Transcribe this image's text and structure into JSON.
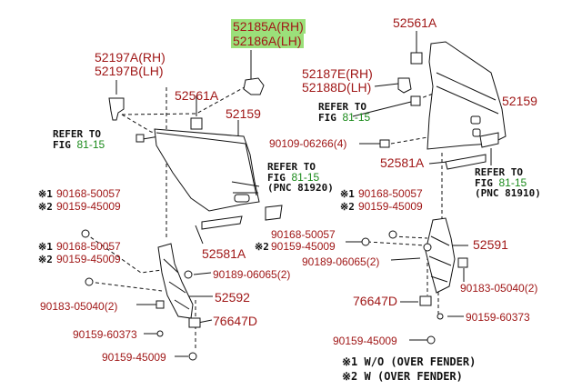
{
  "colors": {
    "part_label": "#a01818",
    "fig_ref": "#1a8a1a",
    "highlight": "#9be07a",
    "line": "#111111"
  },
  "callouts": {
    "p52185a_rh": "52185A(RH)",
    "p52186a_lh": "52186A(LH)",
    "p52197a_rh": "52197A(RH)",
    "p52197b_lh": "52197B(LH)",
    "p52561a_left": "52561A",
    "p52159_left": "52159",
    "p52581a_left": "52581A",
    "p52592": "52592",
    "p76647d_left": "76647D",
    "p90189_left": "90189-06065(2)",
    "p90168_a": "90168-50057",
    "p90159_a": "90159-45009",
    "p90168_b": "90168-50057",
    "p90159_b": "90159-45009",
    "p90183_left": "90183-05040(2)",
    "p90159_60373_left": "90159-60373",
    "p90159_45009_bottom": "90159-45009",
    "p52561a_right": "52561A",
    "p52187e_rh": "52187E(RH)",
    "p52188d_lh": "52188D(LH)",
    "p52159_right": "52159",
    "p90109": "90109-06266(4)",
    "p52581a_right": "52581A",
    "p90168_c": "90168-50057",
    "p90159_c": "90159-45009",
    "p90168_d": "90168-50057",
    "p90159_d": "90159-45009",
    "p52591": "52591",
    "p90189_right": "90189-06065(2)",
    "p90183_right": "90183-05040(2)",
    "p76647d_right": "76647D",
    "p90159_60373_right": "90159-60373",
    "p90159_45009_right": "90159-45009"
  },
  "marks": {
    "m1": "※1",
    "m2": "※2"
  },
  "refs": {
    "r1": {
      "line1": "REFER TO",
      "fig": "FIG",
      "num": "81-15"
    },
    "r2": {
      "line1": "REFER TO",
      "fig": "FIG",
      "num": "81-15",
      "pnc": "(PNC 81920)"
    },
    "r3": {
      "line1": "REFER TO",
      "fig": "FIG",
      "num": "81-15"
    },
    "r4": {
      "line1": "REFER TO",
      "fig": "FIG",
      "num": "81-15",
      "pnc": "(PNC 81910)"
    }
  },
  "legend": {
    "l1_mark": "※1",
    "l1_text": "W/O (OVER FENDER)",
    "l2_mark": "※2",
    "l2_text": "W (OVER FENDER)"
  }
}
